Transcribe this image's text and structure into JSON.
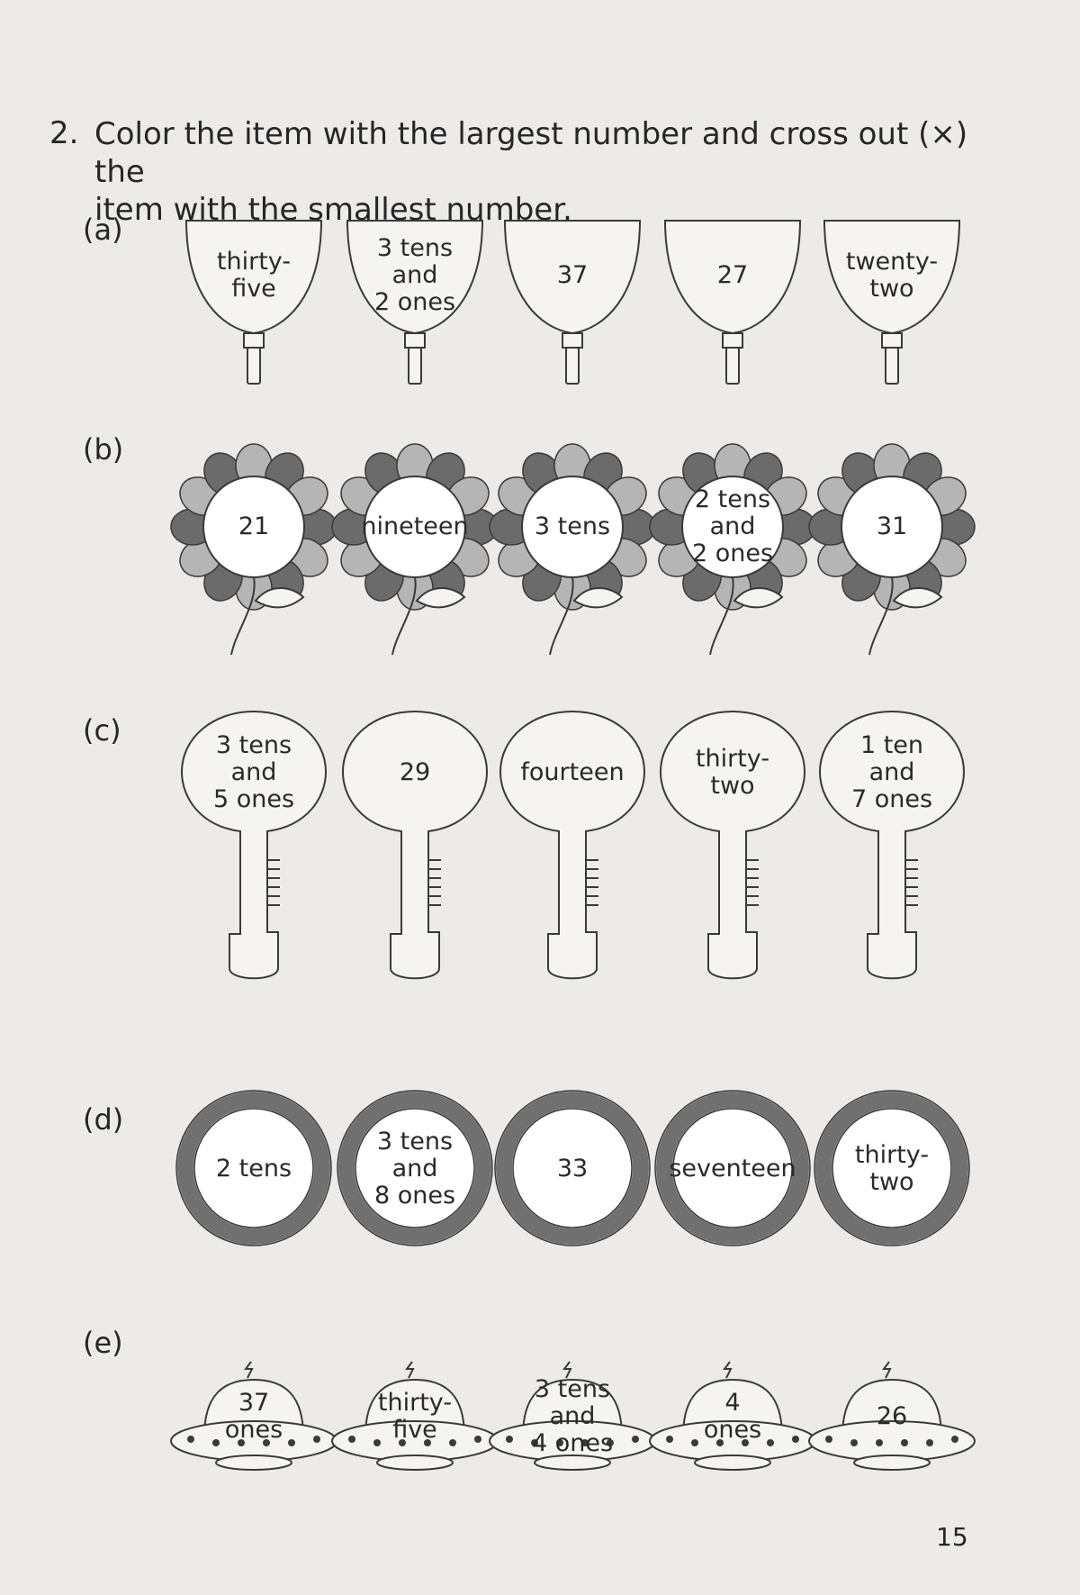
{
  "question": {
    "number": "2.",
    "line1": "Color the item with the largest number and cross out (×) the",
    "line2": "item with the smallest number."
  },
  "parts": [
    {
      "label": "(a)",
      "shape": "cup",
      "items": [
        [
          "thirty-",
          "five"
        ],
        [
          "3 tens",
          "and",
          "2 ones"
        ],
        [
          "37"
        ],
        [
          "27"
        ],
        [
          "twenty-",
          "two"
        ]
      ]
    },
    {
      "label": "(b)",
      "shape": "flower",
      "items": [
        [
          "21"
        ],
        [
          "nineteen"
        ],
        [
          "3 tens"
        ],
        [
          "2 tens",
          "and",
          "2 ones"
        ],
        [
          "31"
        ]
      ]
    },
    {
      "label": "(c)",
      "shape": "key",
      "items": [
        [
          "3 tens",
          "and",
          "5 ones"
        ],
        [
          "29"
        ],
        [
          "fourteen"
        ],
        [
          "thirty-",
          "two"
        ],
        [
          "1 ten",
          "and",
          "7 ones"
        ]
      ]
    },
    {
      "label": "(d)",
      "shape": "ring",
      "items": [
        [
          "2 tens"
        ],
        [
          "3 tens",
          "and",
          "8 ones"
        ],
        [
          "33"
        ],
        [
          "seventeen"
        ],
        [
          "thirty-",
          "two"
        ]
      ]
    },
    {
      "label": "(e)",
      "shape": "ufo",
      "items": [
        [
          "37",
          "ones"
        ],
        [
          "thirty-",
          "five"
        ],
        [
          "3 tens",
          "and",
          "4 ones"
        ],
        [
          "4",
          "ones"
        ],
        [
          "26"
        ]
      ]
    }
  ],
  "colors": {
    "outline": "#3a3a3a",
    "petal_dark": "#6b6b6b",
    "petal_light": "#b5b5b5",
    "ring": "#707070",
    "paper": "#ecebea",
    "fill": "#f5f4f2"
  },
  "page_number": "15"
}
